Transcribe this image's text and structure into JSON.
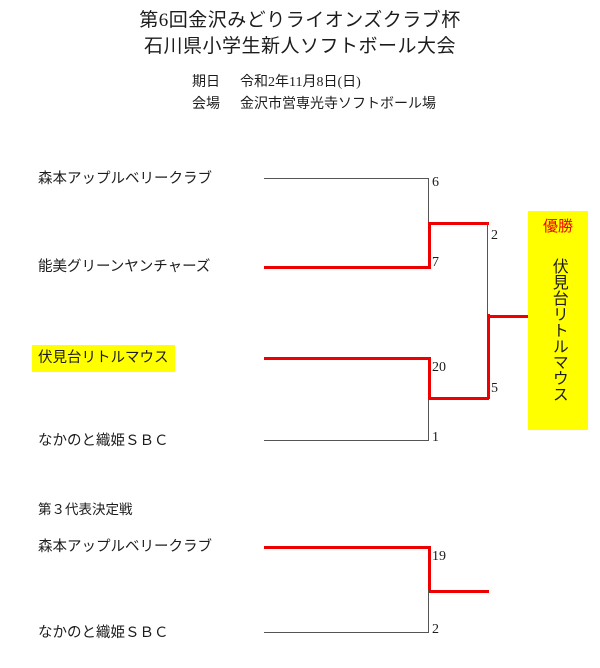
{
  "header": {
    "title_line1": "第6回金沢みどりライオンズクラブ杯",
    "title_line2": "石川県小学生新人ソフトボール大会",
    "date_label": "期日",
    "date_value": "令和2年11月8日(日)",
    "venue_label": "会場",
    "venue_value": "金沢市営専光寺ソフトボール場"
  },
  "bracket": {
    "teams": {
      "t1": "森本アップルベリークラブ",
      "t2": "能美グリーンヤンチャーズ",
      "t3": "伏見台リトルマウス",
      "t4": "なかのと織姫ＳＢＣ"
    },
    "scores": {
      "sf1_top": "6",
      "sf1_bottom": "7",
      "sf2_top": "20",
      "sf2_bottom": "1",
      "final_top": "2",
      "final_bottom": "5"
    }
  },
  "champion": {
    "label": "優勝",
    "name": "伏見台リトルマウス"
  },
  "third_place": {
    "section_label": "第３代表決定戦",
    "team_top": "森本アップルベリークラブ",
    "team_bottom": "なかのと織姫ＳＢＣ",
    "score_top": "19",
    "score_bottom": "2"
  },
  "colors": {
    "winner_line": "#ee0000",
    "loser_line": "#555555",
    "highlight": "#ffff00",
    "text": "#1c1c1c"
  }
}
